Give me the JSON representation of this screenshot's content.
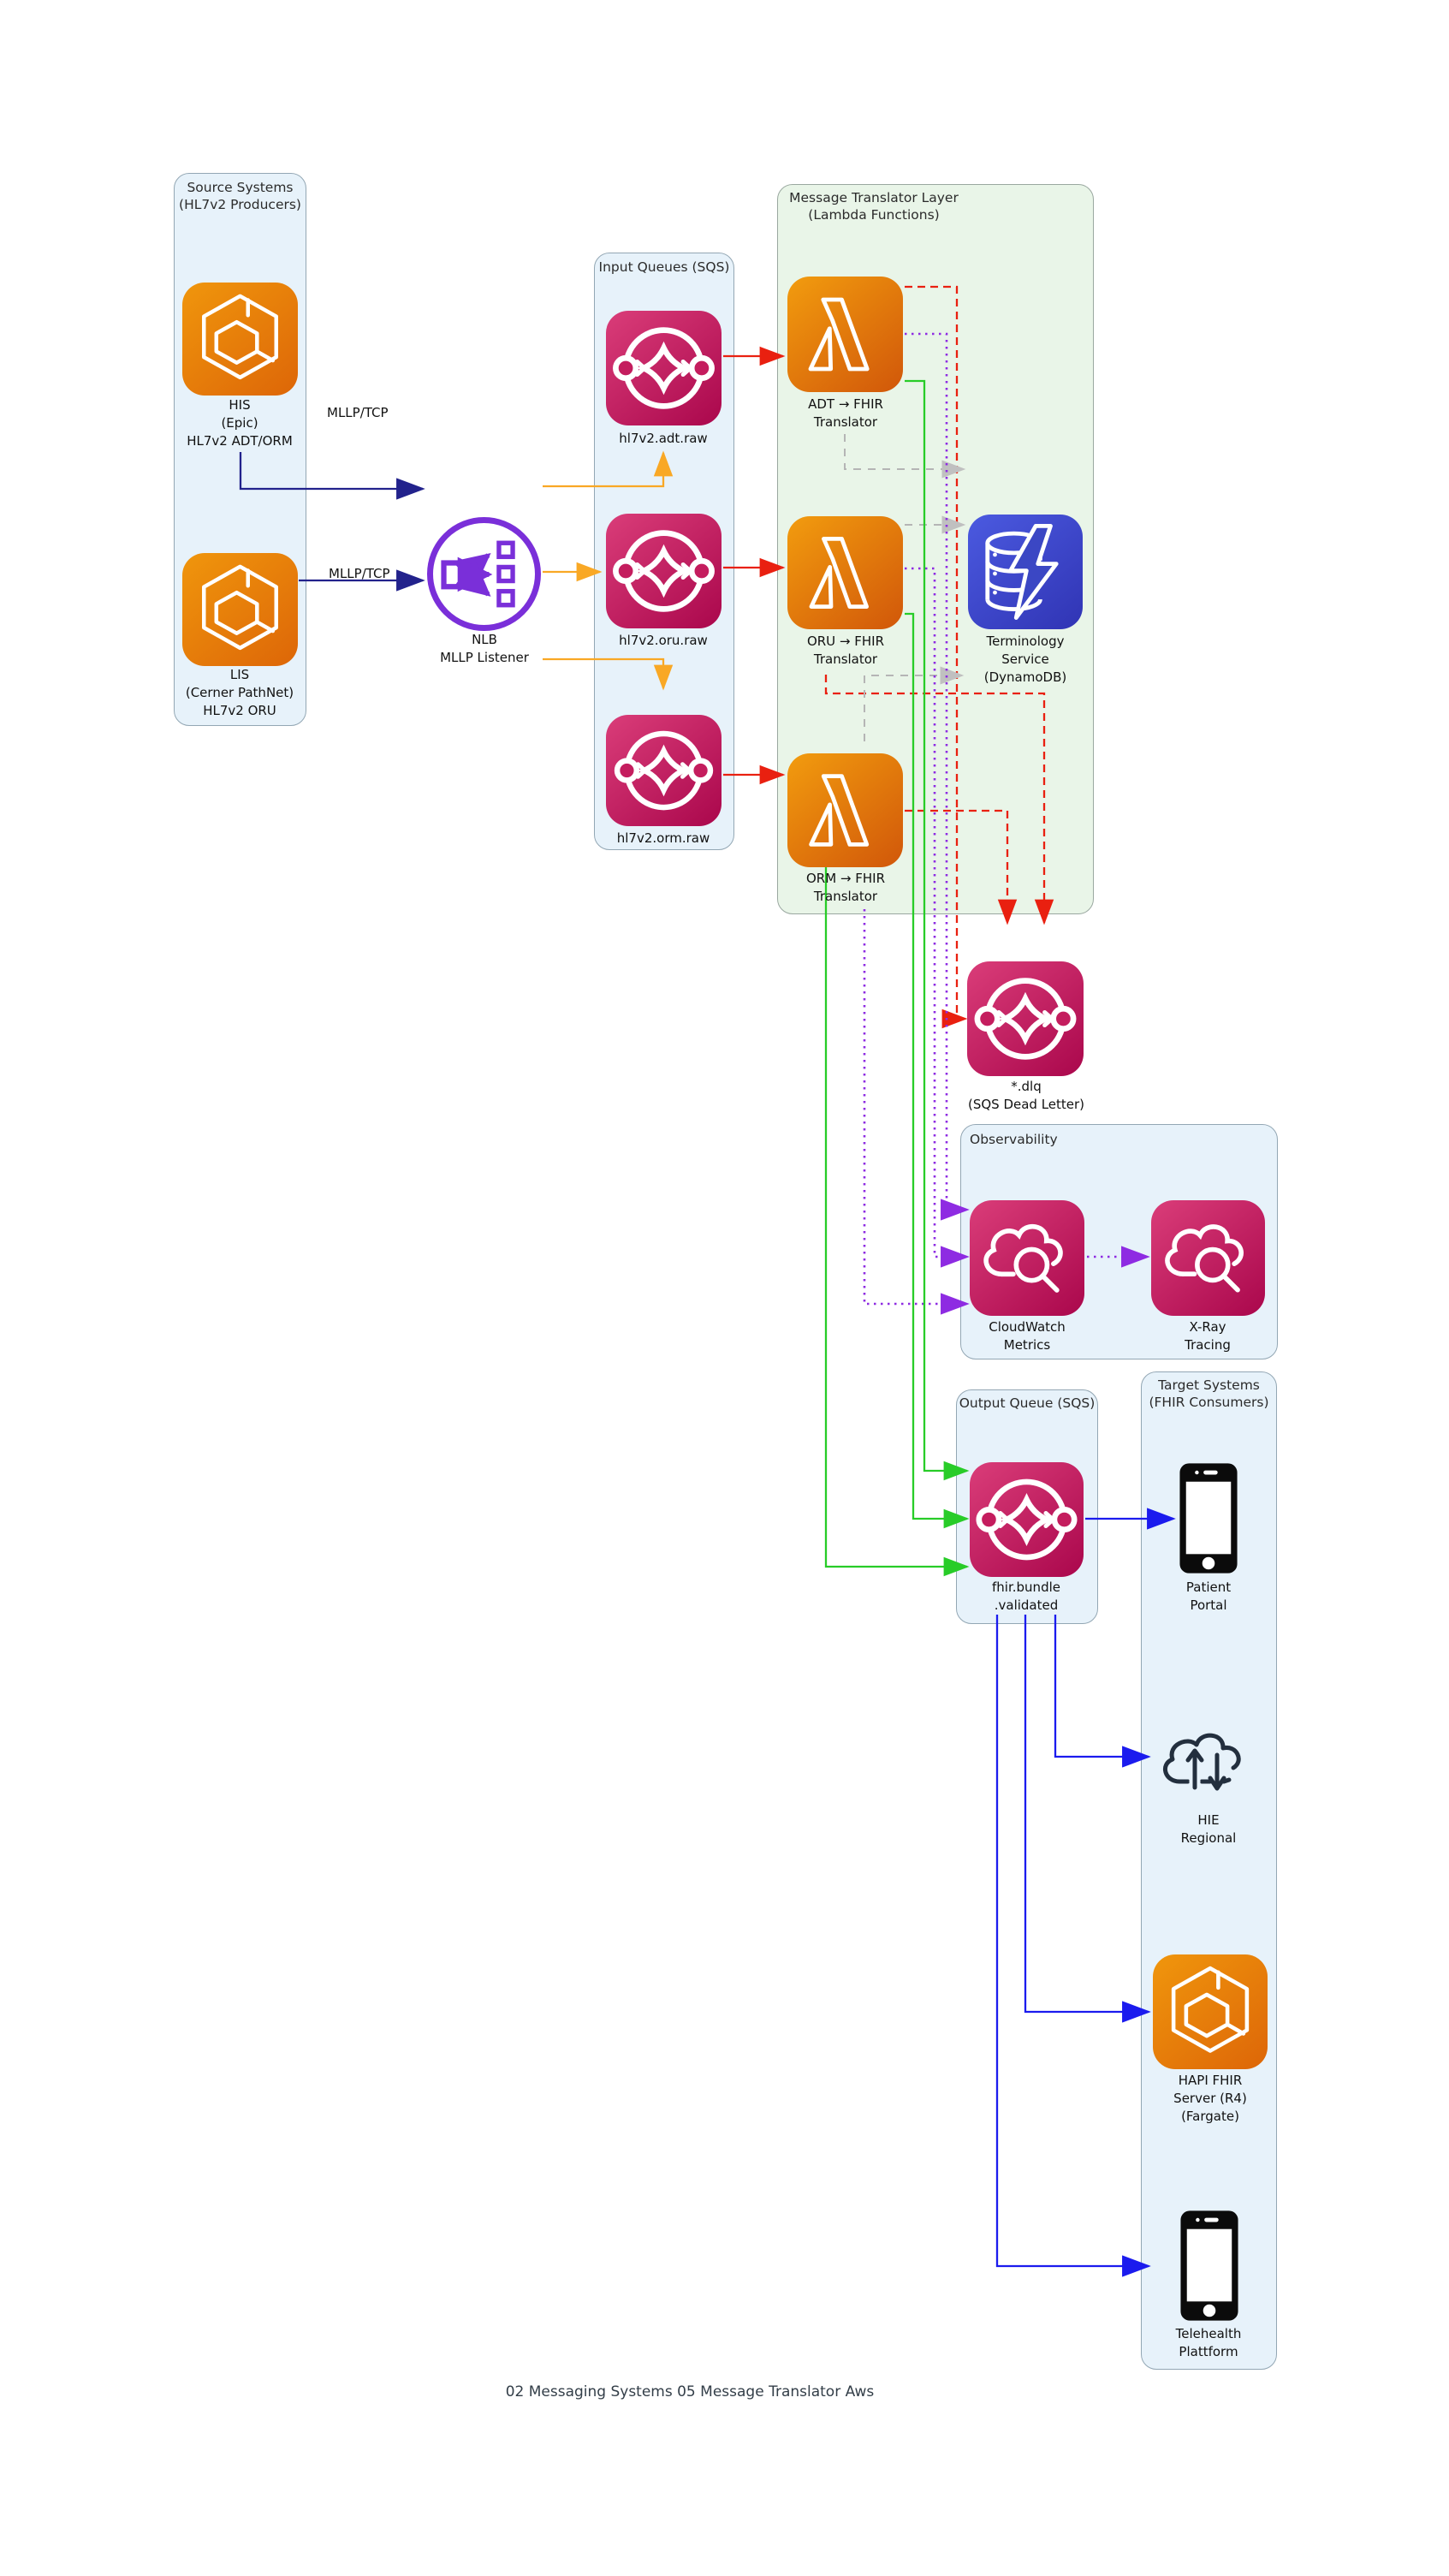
{
  "diagram_title": "02 Messaging Systems 05 Message Translator Aws",
  "colors": {
    "sqs_pink": "#c01358",
    "lambda_orange": "#e37d0d",
    "resource_orange": "#e88406",
    "dynamodb_blue": "#3b47c4",
    "nlb_purple": "#7a2fd9",
    "phone_black": "#0b0b0b",
    "hie_dark": "#232f3e",
    "edge_navy": "#22228c",
    "edge_orange": "#f9a825",
    "edge_red": "#e92010",
    "edge_gray": "#b5b5b5",
    "edge_purple": "#8e2be2",
    "edge_green": "#28cc28",
    "edge_blue": "#1b1bee",
    "cluster_blue_fill": "#e7f2fa",
    "cluster_green_fill": "#e9f5e8"
  },
  "clusters": {
    "source": {
      "title": [
        "Source Systems",
        "(HL7v2 Producers)"
      ]
    },
    "input_queues": {
      "title": [
        "Input Queues (SQS)"
      ]
    },
    "translator_layer": {
      "title": [
        "Message Translator Layer",
        "(Lambda Functions)"
      ]
    },
    "observability": {
      "title": [
        "Observability"
      ]
    },
    "output_queue": {
      "title": [
        "Output Queue (SQS)"
      ]
    },
    "target_systems": {
      "title": [
        "Target Systems",
        "(FHIR Consumers)"
      ]
    }
  },
  "nodes": {
    "his": {
      "label": [
        "HIS",
        "(Epic)",
        "HL7v2 ADT/ORM"
      ],
      "icon": "hexagon-resource-icon"
    },
    "lis": {
      "label": [
        "LIS",
        "(Cerner PathNet)",
        "HL7v2 ORU"
      ],
      "icon": "hexagon-resource-icon"
    },
    "nlb": {
      "label": [
        "NLB",
        "MLLP Listener"
      ],
      "icon": "load-balancer-icon"
    },
    "adt_queue": {
      "label": [
        "hl7v2.adt.raw"
      ],
      "icon": "sqs-queue-icon"
    },
    "oru_queue": {
      "label": [
        "hl7v2.oru.raw"
      ],
      "icon": "sqs-queue-icon"
    },
    "orm_queue": {
      "label": [
        "hl7v2.orm.raw"
      ],
      "icon": "sqs-queue-icon"
    },
    "adt_translator": {
      "label": [
        "ADT → FHIR",
        "Translator"
      ],
      "icon": "lambda-icon"
    },
    "oru_translator": {
      "label": [
        "ORU → FHIR",
        "Translator"
      ],
      "icon": "lambda-icon"
    },
    "orm_translator": {
      "label": [
        "ORM → FHIR",
        "Translator"
      ],
      "icon": "lambda-icon"
    },
    "terminology_service": {
      "label": [
        "Terminology",
        "Service",
        "(DynamoDB)"
      ],
      "icon": "dynamodb-icon"
    },
    "dlq": {
      "label": [
        "*.dlq",
        "(SQS Dead Letter)"
      ],
      "icon": "sqs-queue-icon"
    },
    "cloudwatch": {
      "label": [
        "CloudWatch",
        "Metrics"
      ],
      "icon": "cloudwatch-icon"
    },
    "xray": {
      "label": [
        "X-Ray",
        "Tracing"
      ],
      "icon": "xray-icon"
    },
    "fhir_bundle_queue": {
      "label": [
        "fhir.bundle",
        ".validated"
      ],
      "icon": "sqs-queue-icon"
    },
    "patient_portal": {
      "label": [
        "Patient",
        "Portal"
      ],
      "icon": "mobile-phone-icon"
    },
    "hie_regional": {
      "label": [
        "HIE",
        "Regional"
      ],
      "icon": "cloud-transfer-icon"
    },
    "hapi_fhir": {
      "label": [
        "HAPI FHIR",
        "Server (R4)",
        "(Fargate)"
      ],
      "icon": "hexagon-resource-icon"
    },
    "telehealth": {
      "label": [
        "Telehealth",
        "Plattform"
      ],
      "icon": "mobile-phone-icon"
    }
  },
  "edge_labels": {
    "his_nlb": "MLLP/TCP",
    "lis_nlb": "MLLP/TCP"
  }
}
